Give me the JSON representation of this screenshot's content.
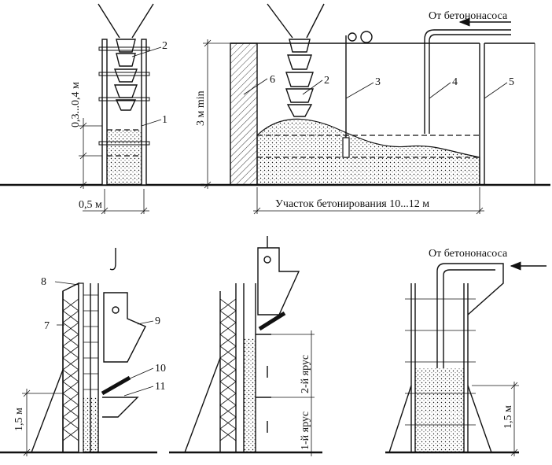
{
  "labels": {
    "from_pump_top": "От бетононасоса",
    "from_pump_bottom": "От бетононасоса",
    "height_min": "3 м min",
    "layer_thickness": "0,3...0,4 м",
    "wall_width": "0,5 м",
    "section_length": "Участок бетонирования 10...12 м",
    "height_left": "1,5 м",
    "height_right": "1,5 м",
    "tier_1": "1-й ярус",
    "tier_2": "2-й ярус"
  },
  "callouts": [
    "1",
    "2",
    "3",
    "4",
    "5",
    "6",
    "7",
    "8",
    "9",
    "10",
    "11",
    "2"
  ]
}
